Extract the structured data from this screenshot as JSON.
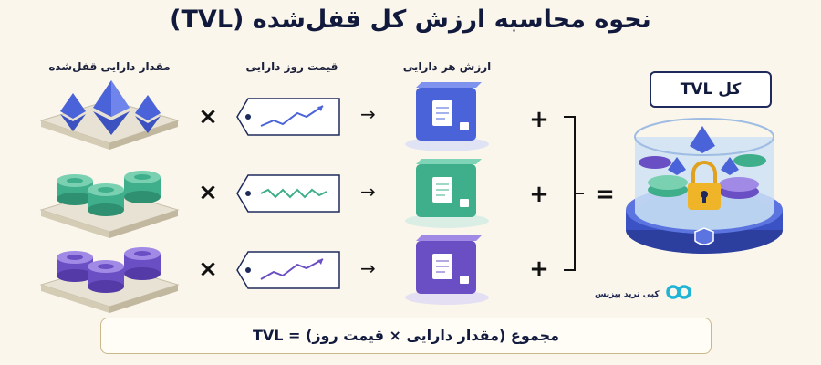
{
  "title": "نحوه محاسبه ارزش کل قفل‌شده (TVL)",
  "columns": {
    "locked_amount": "مقدار دارایی قفل‌شده",
    "daily_price": "قیمت روز دارایی",
    "asset_value": "ارزش هر دارایی"
  },
  "operators": {
    "times": "×",
    "plus": "+",
    "equals": "=",
    "arrow": "→"
  },
  "total_label": "کل TVL",
  "formula": "مجموع (مقدار دارایی × قیمت روز)  =  TVL",
  "brand": "کپی ترید بیزنس",
  "colors": {
    "blue": "#4a63d8",
    "teal": "#3fae8a",
    "purple": "#6a4fc4",
    "navy": "#1e2a5c",
    "gold": "#f0b429"
  },
  "rows": [
    {
      "name": "ethereum",
      "asset_icon": "ethereum-icon",
      "trend": "up"
    },
    {
      "name": "stablecoin",
      "asset_icon": "coin-stack-icon",
      "trend": "flat"
    },
    {
      "name": "token",
      "asset_icon": "token-stack-icon",
      "trend": "up"
    }
  ]
}
